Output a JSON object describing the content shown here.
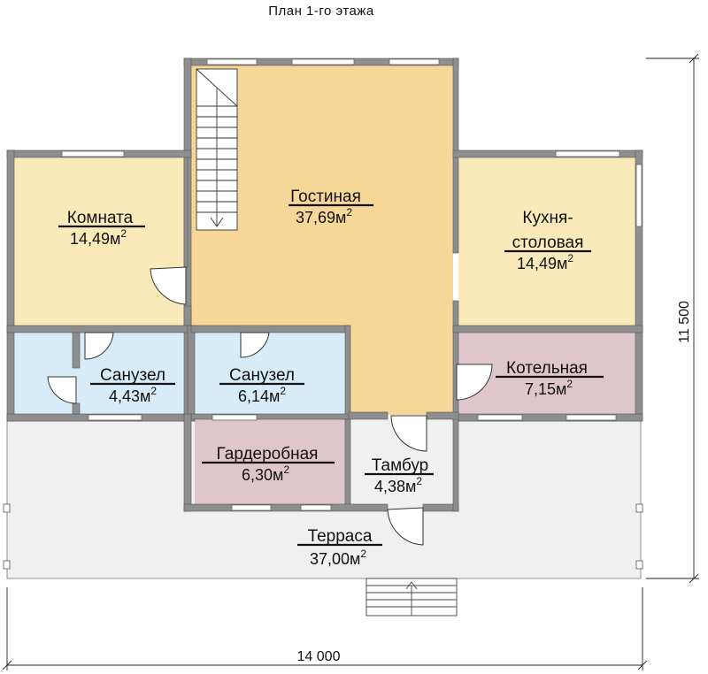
{
  "title": "План 1-го этажа",
  "rooms": {
    "gostinaya": {
      "name": "Гостиная",
      "area": "37,69м",
      "sup": "2",
      "color": "#f7d797"
    },
    "komnata": {
      "name": "Комната",
      "area": "14,49м",
      "sup": "2",
      "color": "#fbeab9"
    },
    "kuhnya": {
      "name_line1": "Кухня-",
      "name_line2": "столовая",
      "area": "14,49м",
      "sup": "2",
      "color": "#fbeab9"
    },
    "sanuzel1": {
      "name": "Санузел",
      "area": "4,43м",
      "sup": "2",
      "color": "#d7ebf8"
    },
    "sanuzel2": {
      "name": "Санузел",
      "area": "6,14м",
      "sup": "2",
      "color": "#d7ebf8"
    },
    "kotelnaya": {
      "name": "Котельная",
      "area": "7,15м",
      "sup": "2",
      "color": "#dfc6cb"
    },
    "garderobnaya": {
      "name": "Гардеробная",
      "area": "6,30м",
      "sup": "2",
      "color": "#dfc6cb"
    },
    "tambur": {
      "name": "Тамбур",
      "area": "4,38м",
      "sup": "2",
      "color": "#f0f0f0"
    },
    "terrasa": {
      "name": "Терраса",
      "area": "37,00м",
      "sup": "2",
      "color": "#f0f0f0"
    }
  },
  "dimensions": {
    "width": "14 000",
    "height": "11 500"
  },
  "colors": {
    "wall": "#8e8e8e",
    "line": "#222222"
  }
}
